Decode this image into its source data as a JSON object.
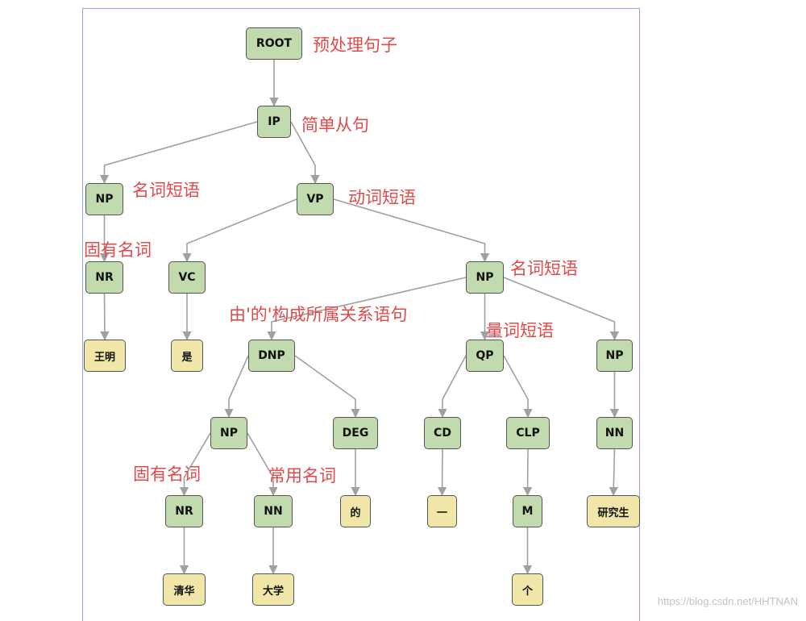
{
  "nodes": {
    "root": "ROOT",
    "ip": "IP",
    "np1": "NP",
    "vp": "VP",
    "nr1": "NR",
    "vc": "VC",
    "np2": "NP",
    "w_wangming": "王明",
    "w_shi": "是",
    "dnp": "DNP",
    "qp": "QP",
    "np3": "NP",
    "np4": "NP",
    "deg": "DEG",
    "cd": "CD",
    "clp": "CLP",
    "nn1": "NN",
    "nr2": "NR",
    "nn2": "NN",
    "w_de": "的",
    "w_yi": "一",
    "m": "M",
    "w_yanjiusheng": "研究生",
    "w_qinghua": "清华",
    "w_daxue": "大学",
    "w_ge": "个"
  },
  "annotations": {
    "root": "预处理句子",
    "ip": "简单从句",
    "np1": "名词短语",
    "vp": "动词短语",
    "nr1": "固有名词",
    "np2": "名词短语",
    "dnp": "由'的'构成所属关系语句",
    "qp": "量词短语",
    "nr2": "固有名词",
    "nn2": "常用名词"
  },
  "watermark": "https://blog.csdn.net/HHTNAN",
  "colors": {
    "tag_fill": "#c2dbae",
    "word_fill": "#efe6a8",
    "annotation": "#e04a4a",
    "edge": "#a0a0a0",
    "frame": "#8fa3e8"
  }
}
